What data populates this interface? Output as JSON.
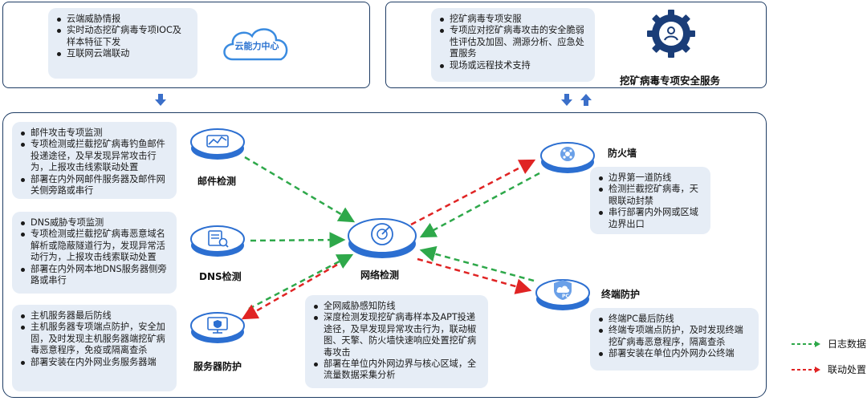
{
  "colors": {
    "green": "#2ea84a",
    "red": "#e02424",
    "blue_arrow": "#3b6fc9",
    "border": "#1e3c64"
  },
  "cloud_panel": {
    "items": [
      "云端威胁情报",
      "实时动态挖矿病毒专项IOC及样本特征下发",
      "互联网云端联动"
    ],
    "cloud_label": "云能力中心"
  },
  "service_panel": {
    "items": [
      "挖矿病毒专项安服",
      "专项应对挖矿病毒攻击的安全脆弱性评估及加固、溯源分析、应急处置服务",
      "现场或远程技术支持"
    ],
    "title": "挖矿病毒专项安全服务"
  },
  "mail": {
    "label": "邮件检测",
    "items": [
      "邮件攻击专项监测",
      "专项检测或拦截挖矿病毒钓鱼邮件投递途径，及早发现异常攻击行为，上报攻击线索联动处置",
      "部署在内外网邮件服务器及邮件网关侧旁路或串行"
    ]
  },
  "dns": {
    "label": "DNS检测",
    "items": [
      "DNS威胁专项监测",
      "专项检测或拦截挖矿病毒恶意域名解析或隐蔽隧道行为，发现异常活动行为，上报攻击线索联动处置",
      "部署在内外网本地DNS服务器侧旁路或串行"
    ]
  },
  "server": {
    "label": "服务器防护",
    "items": [
      "主机服务器最后防线",
      "主机服务器专项端点防护，安全加固，及时发现主机服务器端挖矿病毒恶意程序，免疫或隔离查杀",
      "部署安装在内外网业务服务器端"
    ]
  },
  "network": {
    "label": "网络检测",
    "items": [
      "全网威胁感知防线",
      "深度检测发现挖矿病毒样本及APT投递途径，及早发现异常攻击行为，联动椒图、天擎、防火墙快速响应处置挖矿病毒攻击",
      "部署在单位内外网边界与核心区域，全流量数据采集分析"
    ]
  },
  "firewall": {
    "label": "防火墙",
    "items": [
      "边界第一道防线",
      "检测拦截挖矿病毒，天眼联动封禁",
      "串行部署内外网或区域边界出口"
    ]
  },
  "endpoint": {
    "label": "终端防护",
    "items": [
      "终端PC最后防线",
      "终端专项端点防护，及时发现终端挖矿病毒恶意程序，隔离查杀",
      "部署安装在单位内外网办公终端"
    ]
  },
  "legend": {
    "log": "日志数据",
    "linkage": "联动处置"
  }
}
